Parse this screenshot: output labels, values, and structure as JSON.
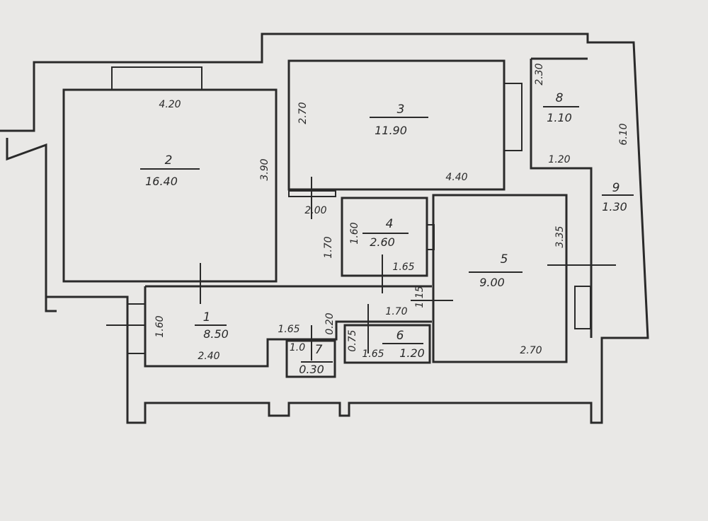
{
  "rooms": [
    {
      "number": "1",
      "area": "8.50"
    },
    {
      "number": "2",
      "area": "16.40"
    },
    {
      "number": "3",
      "area": "11.90"
    },
    {
      "number": "4",
      "area": "2.60"
    },
    {
      "number": "5",
      "area": "9.00"
    },
    {
      "number": "6",
      "area": "1.20"
    },
    {
      "number": "7",
      "area": "0.30"
    },
    {
      "number": "8",
      "area": "1.10"
    },
    {
      "number": "9",
      "area": "1.30"
    }
  ],
  "dimensions": {
    "r2_width": "4.20",
    "r2_length": "3.90",
    "r3_height": "2.70",
    "r3_width": "4.40",
    "r8_height": "2.30",
    "r8_width": "1.20",
    "r9_length": "6.10",
    "hall_width": "2.00",
    "hall_length": "1.70",
    "r4_height": "1.60",
    "r4_width": "1.65",
    "r5_height": "3.35",
    "r5_width": "2.70",
    "r1_height": "1.60",
    "r1_width": "2.40",
    "corr_a": "1.65",
    "corr_b": "0.20",
    "corr_c": "1.70",
    "corr_d": "1.15",
    "r6_height": "0.75",
    "r6_width": "1.65",
    "r7_width": "1.0"
  }
}
